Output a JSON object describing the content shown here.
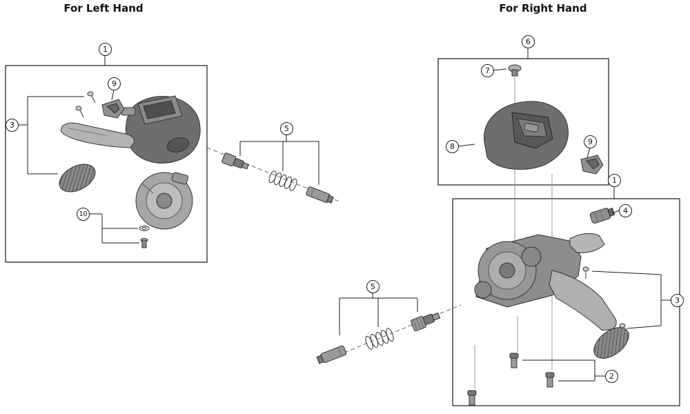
{
  "titles": {
    "left": "For Left Hand",
    "right": "For Right Hand"
  },
  "callouts": {
    "left_box": "1",
    "left_plate9": "9",
    "left_screws": "3",
    "left_base": "10",
    "left_cable": "5",
    "right_cover_box": "6",
    "right_screw": "7",
    "right_cover": "8",
    "right_plate9": "9",
    "right_box": "1",
    "right_barrel": "4",
    "right_screws": "3",
    "right_bolts": "2",
    "right_cable": "5"
  }
}
